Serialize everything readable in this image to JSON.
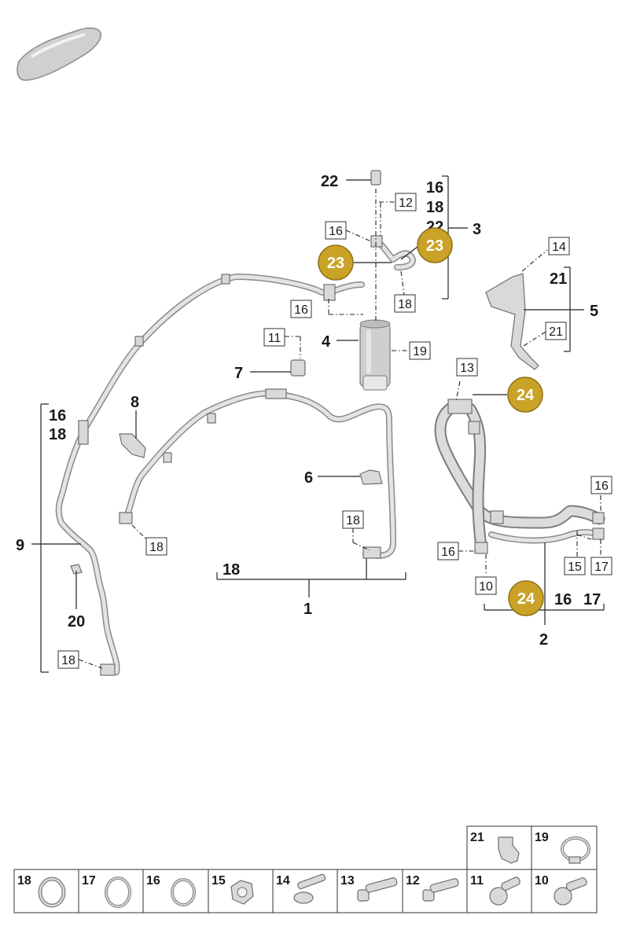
{
  "callouts": {
    "c1": "1",
    "c2": "2",
    "c3": "3",
    "c4": "4",
    "c5": "5",
    "c6": "6",
    "c7": "7",
    "c8": "8",
    "c9": "9",
    "c18": "18",
    "c20": "20",
    "c22": "22",
    "c3_list": [
      "16",
      "18",
      "22"
    ],
    "c5_list": [
      "21"
    ],
    "c9_list": [
      "16",
      "18"
    ],
    "c2_list": [
      "16",
      "17"
    ]
  },
  "boxes": {
    "b12": "12",
    "b16a": "16",
    "b16b": "16",
    "b18a": "18",
    "b11": "11",
    "b19": "19",
    "b14": "14",
    "b21": "21",
    "b13": "13",
    "b18b": "18",
    "b18c": "18",
    "b18d": "18",
    "b16c": "16",
    "b16d": "16",
    "b15": "15",
    "b17": "17",
    "b10": "10"
  },
  "badges": {
    "g1": "23",
    "g2": "23",
    "g3": "24",
    "g4": "24"
  },
  "badge_color": "#c9a227",
  "legend": {
    "top_row": [
      "21",
      "19"
    ],
    "bottom_row": [
      "18",
      "17",
      "16",
      "15",
      "14",
      "13",
      "12",
      "11",
      "10"
    ]
  }
}
